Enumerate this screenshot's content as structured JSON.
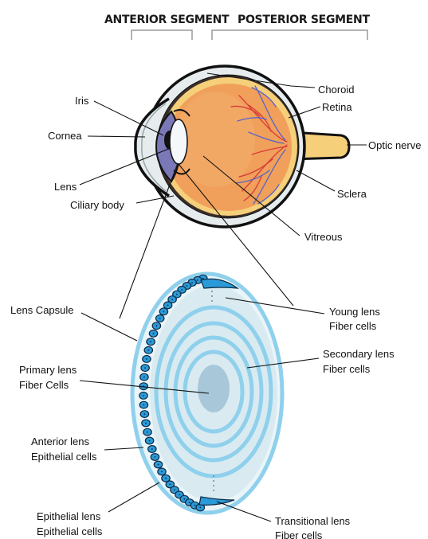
{
  "headers": {
    "anterior": "ANTERIOR SEGMENT",
    "posterior": "POSTERIOR SEGMENT"
  },
  "eye_labels": {
    "iris": "Iris",
    "cornea": "Cornea",
    "lens": "Lens",
    "ciliary_body": "Ciliary body",
    "choroid": "Choroid",
    "retina": "Retina",
    "optic_nerve": "Optic nerve",
    "sclera": "Sclera",
    "vitreous": "Vitreous"
  },
  "lens_labels": {
    "lens_capsule": "Lens Capsule",
    "young_fiber_line1": "Young lens",
    "young_fiber_line2": "Fiber cells",
    "secondary_fiber_line1": "Secondary lens",
    "secondary_fiber_line2": "Fiber cells",
    "primary_fiber_line1": "Primary lens",
    "primary_fiber_line2": "Fiber Cells",
    "anterior_epi_line1": "Anterior lens",
    "anterior_epi_line2": "Epithelial cells",
    "epithelial_lens_line1": "Epithelial lens",
    "epithelial_lens_line2": "Epithelial cells",
    "transitional_line1": "Transitional lens",
    "transitional_line2": "Fiber cells"
  },
  "colors": {
    "eyeball_orange": "#f0a05a",
    "retina_yellow": "#f6cf7a",
    "sclera_gray": "#e6ecee",
    "iris_purple": "#7b78b8",
    "vessel_red": "#d93a3a",
    "vessel_blue": "#5a63c8",
    "lens_light": "#d6ebf2",
    "lens_ring": "#8fd0ec",
    "lens_nucleus": "#a8c8d9",
    "epithelial_cell": "#2b9ad8"
  }
}
